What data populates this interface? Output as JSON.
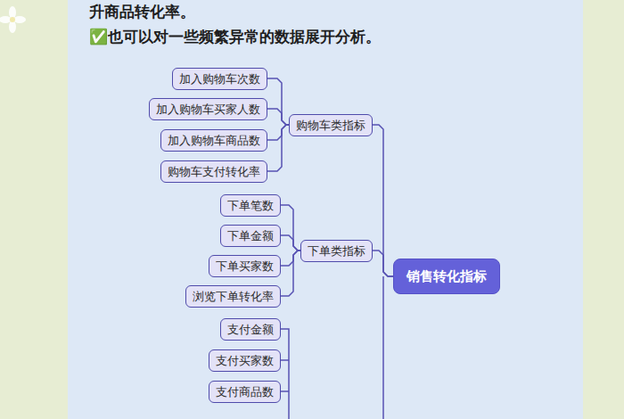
{
  "diagram": {
    "nodes": [
      {
        "text": [
          "销售转化指标"
        ]
      },
      {
        "text": [
          "购物车类指标"
        ]
      },
      {
        "text": [
          "加入购物车次数"
        ]
      },
      {
        "text": [
          "加入购物车买家人数"
        ]
      },
      {
        "text": [
          "加入购物车商品数"
        ]
      },
      {
        "text": [
          "购物车支付转化率"
        ]
      },
      {
        "text": [
          "下单类指标"
        ]
      },
      {
        "text": [
          "下单笔数"
        ]
      },
      {
        "text": [
          "下单金额"
        ]
      },
      {
        "text": [
          "下单买家数"
        ]
      },
      {
        "text": [
          "浏览下单转化率"
        ]
      },
      {
        "text": [
          "支付金额"
        ]
      },
      {
        "text": [
          "支付买家数"
        ]
      },
      {
        "text": [
          "支付商品数"
        ]
      }
    ],
    "edges": [
      {
        "from": 0,
        "to": 1,
        "arrow": "none"
      },
      {
        "from": 0,
        "to": 6,
        "arrow": "none"
      },
      {
        "from": 1,
        "to": 2,
        "arrow": "none"
      },
      {
        "from": 1,
        "to": 3,
        "arrow": "none"
      },
      {
        "from": 1,
        "to": 4,
        "arrow": "none"
      },
      {
        "from": 1,
        "to": 5,
        "arrow": "none"
      },
      {
        "from": 6,
        "to": 7,
        "arrow": "none"
      },
      {
        "from": 6,
        "to": 8,
        "arrow": "none"
      },
      {
        "from": 6,
        "to": 9,
        "arrow": "none"
      },
      {
        "from": 6,
        "to": 10,
        "arrow": "none"
      }
    ],
    "labels": [
      "升商品转化率。",
      "✅也可以对一些频繁异常的数据展开分析。"
    ]
  }
}
